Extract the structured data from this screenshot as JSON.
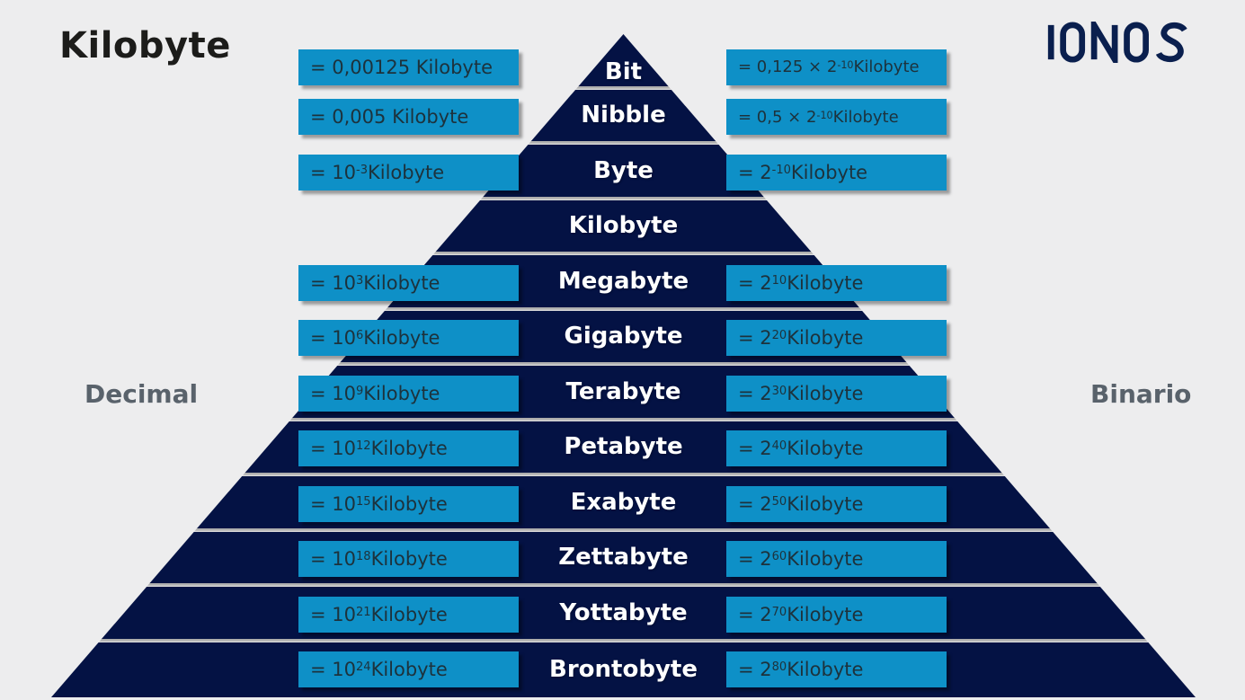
{
  "title": "Kilobyte",
  "brand": "IONOS",
  "side_labels": {
    "left": "Decimal",
    "right": "Binario"
  },
  "colors": {
    "background": "#ededee",
    "pyramid_navy": "#041244",
    "box_blue": "#0e90c7",
    "box_text": "#1d323c",
    "side_label_gray": "#59626b",
    "title_black": "#1c1c1a",
    "logo_navy": "#0a1f4e",
    "row_label_white": "#ffffff"
  },
  "rows": [
    {
      "label": "Bit",
      "left": {
        "pre": "= 0,00125 Kilobyte"
      },
      "right": {
        "pre": "= 0,125 × 2",
        "sup": "-10",
        "post": " Kilobyte"
      }
    },
    {
      "label": "Nibble",
      "left": {
        "pre": "= 0,005 Kilobyte"
      },
      "right": {
        "pre": "= 0,5 × 2",
        "sup": "-10",
        "post": " Kilobyte"
      }
    },
    {
      "label": "Byte",
      "left": {
        "pre": "= 10",
        "sup": "-3",
        "post": " Kilobyte"
      },
      "right": {
        "pre": "= 2",
        "sup": "-10",
        "post": " Kilobyte"
      }
    },
    {
      "label": "Kilobyte"
    },
    {
      "label": "Megabyte",
      "left": {
        "pre": "= 10",
        "sup": "3",
        "post": " Kilobyte"
      },
      "right": {
        "pre": "= 2",
        "sup": "10",
        "post": " Kilobyte"
      }
    },
    {
      "label": "Gigabyte",
      "left": {
        "pre": "= 10",
        "sup": "6",
        "post": " Kilobyte"
      },
      "right": {
        "pre": "= 2",
        "sup": "20",
        "post": " Kilobyte"
      }
    },
    {
      "label": "Terabyte",
      "left": {
        "pre": "= 10",
        "sup": "9",
        "post": " Kilobyte"
      },
      "right": {
        "pre": "= 2",
        "sup": "30",
        "post": " Kilobyte"
      }
    },
    {
      "label": "Petabyte",
      "left": {
        "pre": "= 10",
        "sup": "12",
        "post": " Kilobyte"
      },
      "right": {
        "pre": "= 2",
        "sup": "40",
        "post": " Kilobyte"
      }
    },
    {
      "label": "Exabyte",
      "left": {
        "pre": "= 10",
        "sup": "15",
        "post": " Kilobyte"
      },
      "right": {
        "pre": "= 2",
        "sup": "50",
        "post": " Kilobyte"
      }
    },
    {
      "label": "Zettabyte",
      "left": {
        "pre": "= 10",
        "sup": "18",
        "post": " Kilobyte"
      },
      "right": {
        "pre": "= 2",
        "sup": "60",
        "post": " Kilobyte"
      }
    },
    {
      "label": "Yottabyte",
      "left": {
        "pre": "= 10",
        "sup": "21",
        "post": " Kilobyte"
      },
      "right": {
        "pre": "= 2",
        "sup": "70",
        "post": " Kilobyte"
      }
    },
    {
      "label": "Brontobyte",
      "left": {
        "pre": "= 10",
        "sup": "24",
        "post": " Kilobyte"
      },
      "right": {
        "pre": "= 2",
        "sup": "80",
        "post": " Kilobyte"
      }
    }
  ]
}
